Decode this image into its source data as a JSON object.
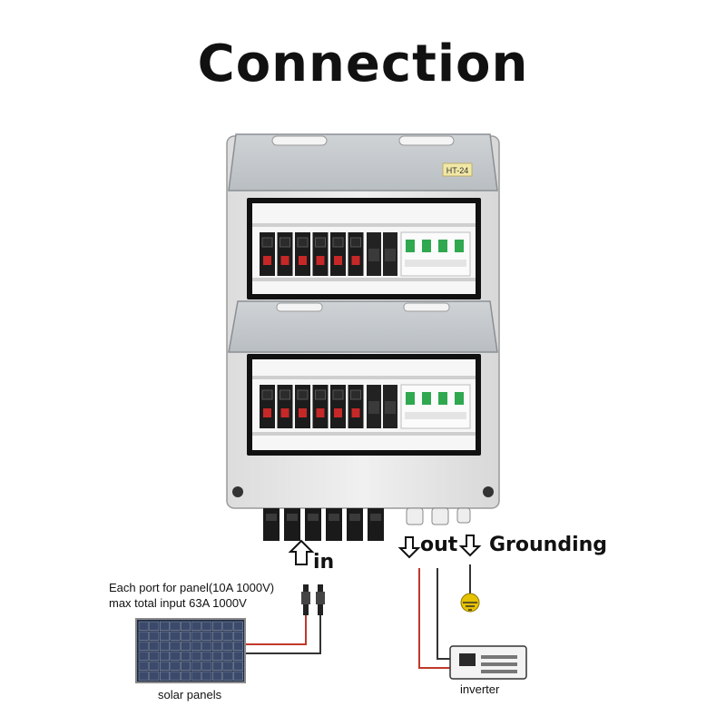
{
  "title": "Connection",
  "box": {
    "model_tag": "HT-24"
  },
  "labels": {
    "in": "in",
    "out": "out",
    "grounding": "Grounding",
    "panel_note_line1": "Each port for panel(10A 1000V)",
    "panel_note_line2": "max total input 63A 1000V",
    "solar_panels": "solar panels",
    "inverter": "inverter"
  },
  "colors": {
    "enclosure": "#e9e9e9",
    "breaker_red": "#c62828",
    "breaker_green": "#2fa84f",
    "wire_red": "#c0392b",
    "ground": "#e6c200"
  }
}
